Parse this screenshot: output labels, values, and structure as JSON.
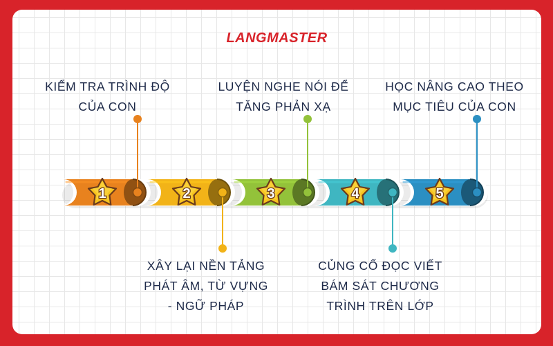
{
  "brand": "LANGMASTER",
  "steps": [
    {
      "number": "1",
      "lines": [
        "KIỂM TRA TRÌNH ĐỘ",
        "CỦA CON"
      ],
      "position": "top",
      "color": "#e8821e"
    },
    {
      "number": "2",
      "lines": [
        "XÂY LẠI NỀN TẢNG",
        "PHÁT ÂM, TỪ VỰNG",
        "- NGỮ PHÁP"
      ],
      "position": "bottom",
      "color": "#f2b318"
    },
    {
      "number": "3",
      "lines": [
        "LUYỆN NGHE NÓI ĐỂ",
        "TĂNG PHẢN XẠ"
      ],
      "position": "top",
      "color": "#93c23a"
    },
    {
      "number": "4",
      "lines": [
        "CỦNG CỐ ĐỌC VIẾT",
        "BÁM SÁT CHƯƠNG",
        "TRÌNH TRÊN LỚP"
      ],
      "position": "bottom",
      "color": "#3fb6c1"
    },
    {
      "number": "5",
      "lines": [
        "HỌC NÂNG CAO THEO",
        "MỤC TIÊU CỦA CON"
      ],
      "position": "top",
      "color": "#2b8fc2"
    }
  ],
  "colors": {
    "frame": "#d8232a",
    "text": "#1e2a49",
    "star": "#f7c31e",
    "star_outline": "#6b3b1c"
  }
}
